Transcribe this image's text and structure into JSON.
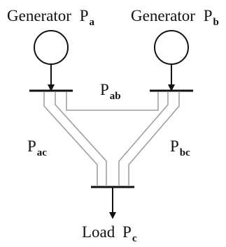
{
  "generator_a": {
    "label": "Generator",
    "symbol": "P",
    "subscript": "a"
  },
  "generator_b": {
    "label": "Generator",
    "symbol": "P",
    "subscript": "b"
  },
  "line_ab": {
    "symbol": "P",
    "subscript": "ab"
  },
  "line_ac": {
    "symbol": "P",
    "subscript": "ac"
  },
  "line_bc": {
    "symbol": "P",
    "subscript": "bc"
  },
  "load": {
    "label": "Load",
    "symbol": "P",
    "subscript": "c"
  },
  "colors": {
    "ink": "#111111",
    "line": "#9a9a9a"
  }
}
